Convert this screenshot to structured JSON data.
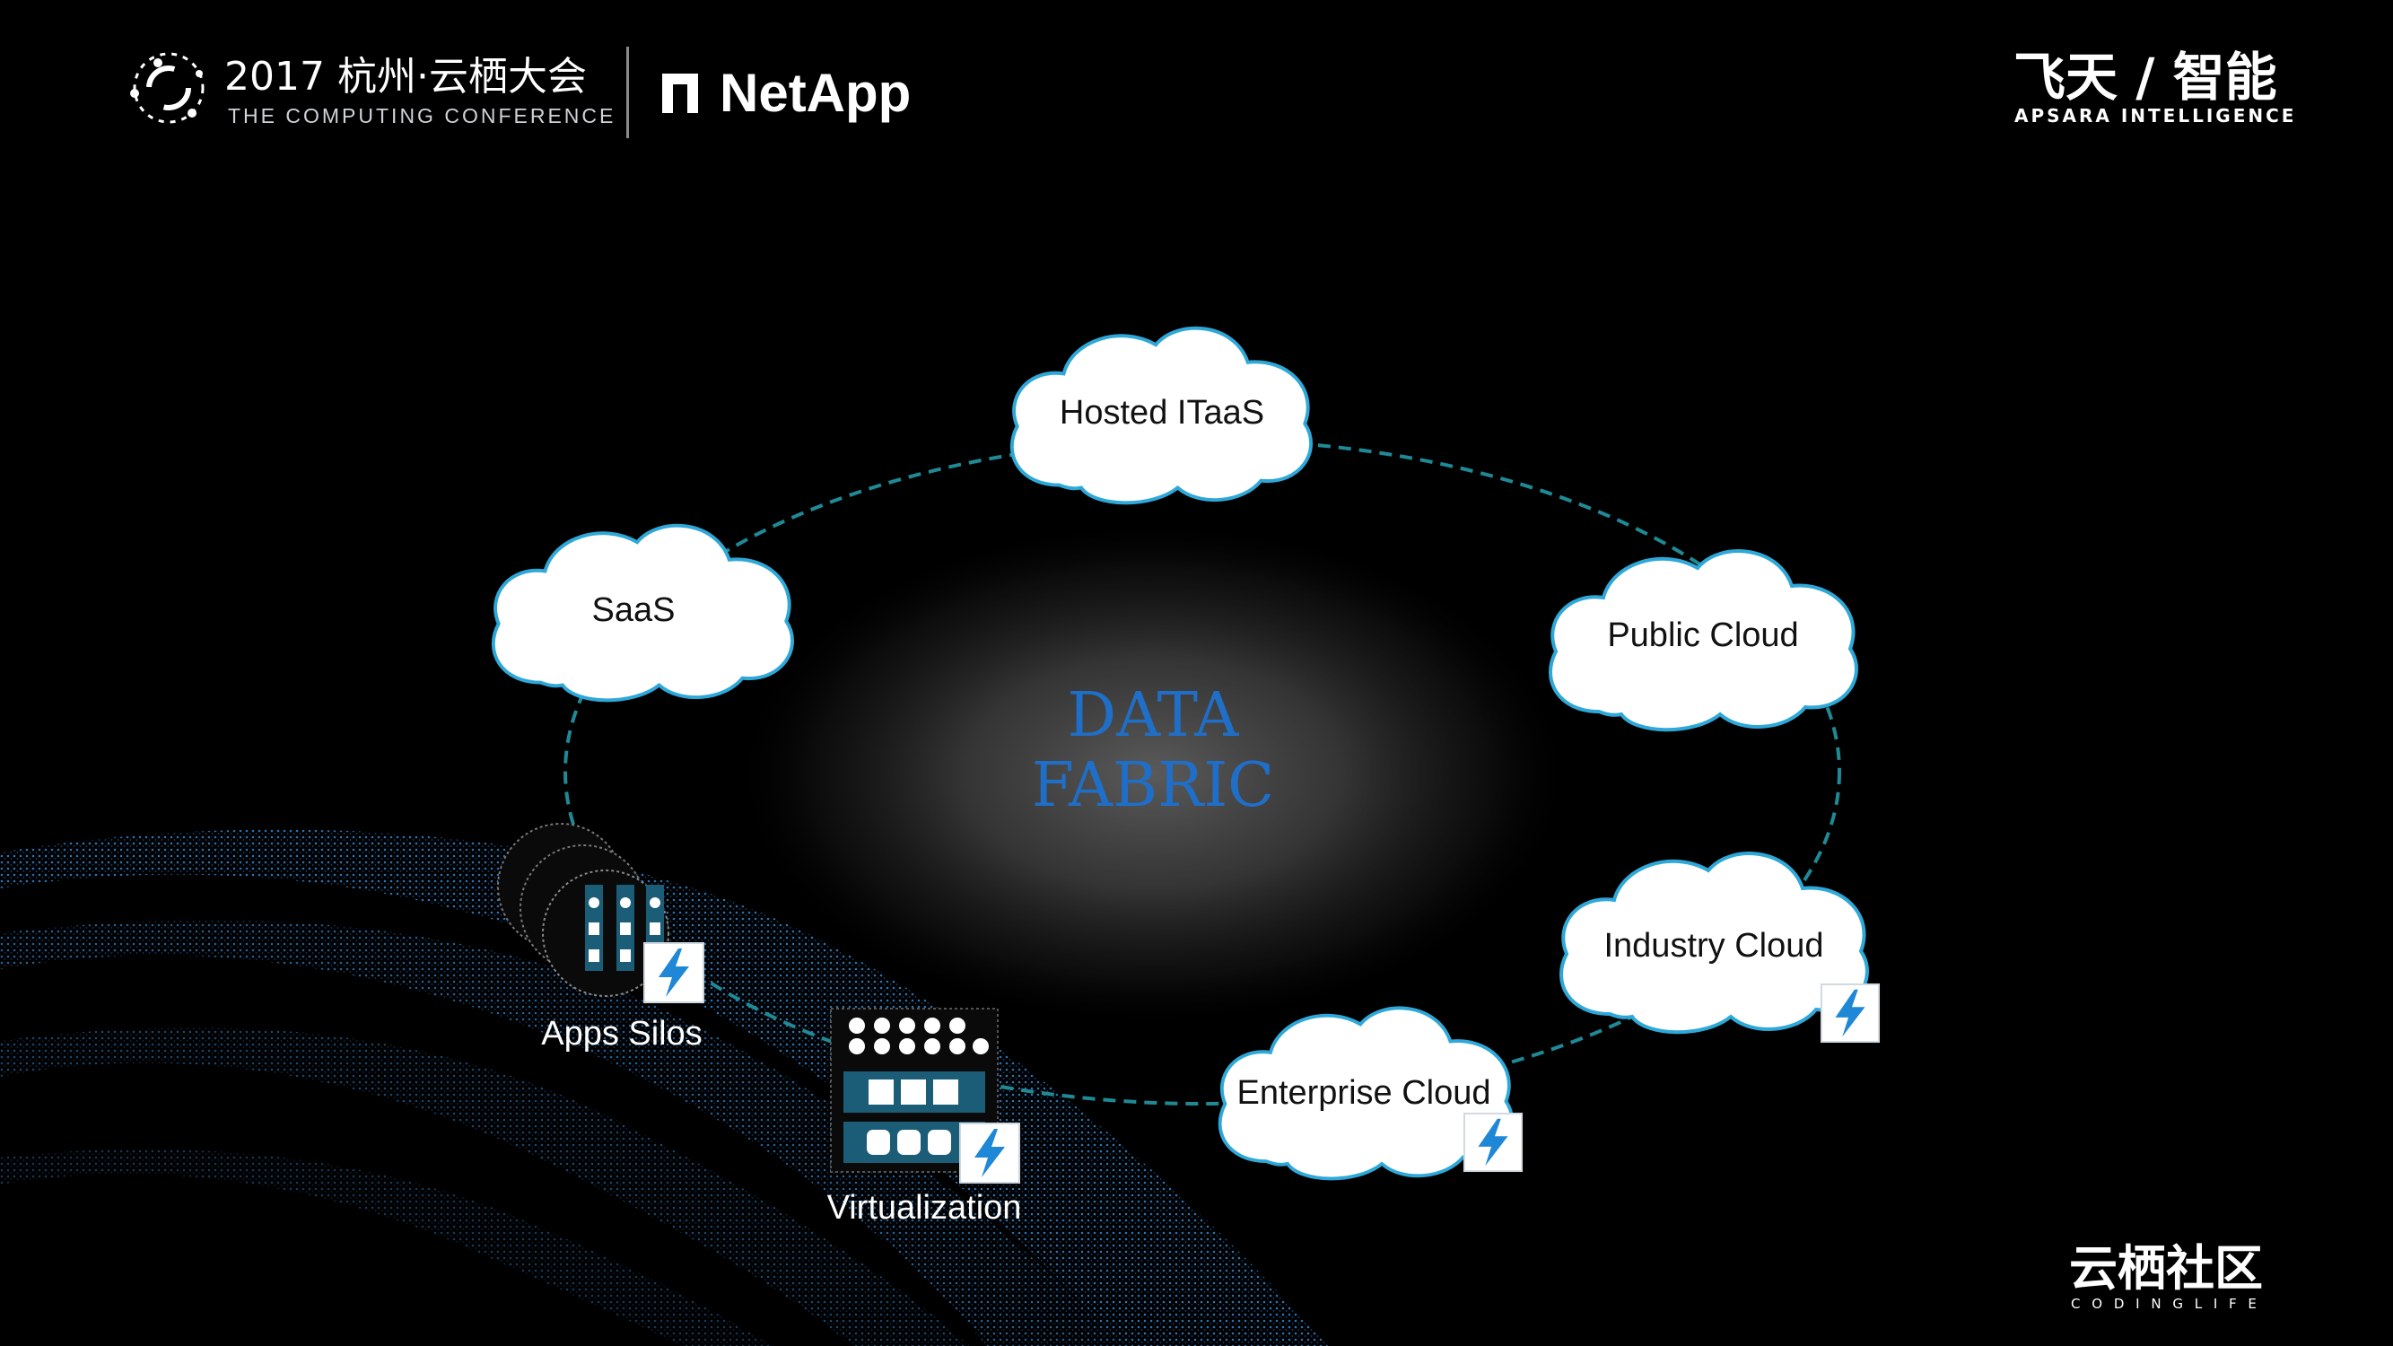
{
  "header": {
    "conference_year_title": "2017 杭州·云栖大会",
    "conference_subtitle": "THE COMPUTING CONFERENCE",
    "partner_logo": "NetApp",
    "apsara_title": "飞天 / 智能",
    "apsara_subtitle": "APSARA INTELLIGENCE"
  },
  "footer": {
    "community_title": "云栖社区",
    "community_subtitle": "C O D I N G   L I F E"
  },
  "diagram": {
    "center_line1": "DATA",
    "center_line2": "FABRIC",
    "nodes": {
      "hosted_itaas": "Hosted ITaaS",
      "saas": "SaaS",
      "public_cloud": "Public Cloud",
      "industry_cloud": "Industry Cloud",
      "enterprise_cloud": "Enterprise Cloud",
      "apps_silos": "Apps Silos",
      "virtualization": "Virtualization"
    }
  },
  "icons": [
    "conference-logo-icon",
    "netapp-logo-icon",
    "lightning-badge-icon",
    "server-rack-icon",
    "virtualization-server-icon",
    "cloud-icon"
  ],
  "colors": {
    "background": "#000000",
    "cloud_fill": "#ffffff",
    "cloud_stroke": "#2ea8d8",
    "ring_dash": "#1f8a96",
    "fabric_text": "#1f6fc9",
    "badge_bolt": "#1e88d6"
  }
}
